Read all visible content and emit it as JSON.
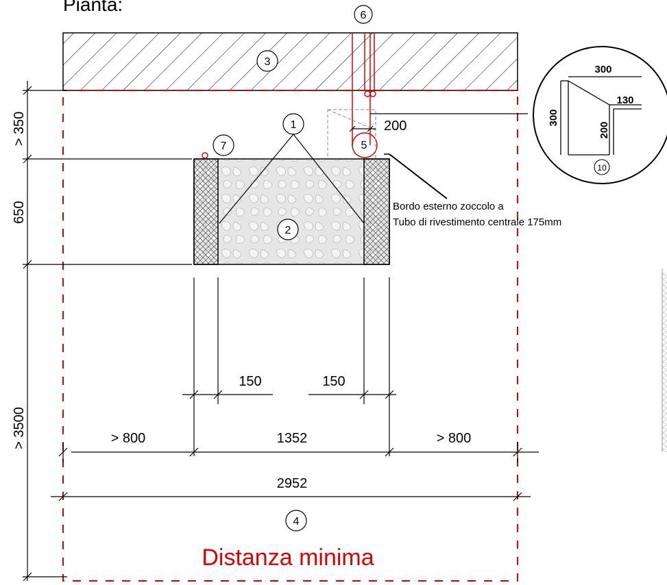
{
  "title": "Pianta:",
  "dimensions": {
    "top_clearance": "> 350",
    "base_depth": "650",
    "bottom_clearance": "> 3500",
    "left_side": "150",
    "right_side": "150",
    "left_clearance": "> 800",
    "base_width": "1352",
    "right_clearance": "> 800",
    "total_width": "2952",
    "flue_offset": "200"
  },
  "markers": {
    "m1": "1",
    "m2": "2",
    "m3": "3",
    "m4": "4",
    "m5": "5",
    "m6": "6",
    "m7": "7",
    "m10": "10"
  },
  "annotation": {
    "line1": "Bordo esterno zoccolo a",
    "line2": "Tubo di rivestimento centrale 175mm"
  },
  "detail": {
    "width_top": "300",
    "height_left": "300",
    "step_right": "130",
    "height_inner": "200"
  },
  "min_distance_label": "Distanza minima",
  "colors": {
    "outline": "#000000",
    "minimum_distance": "#e00000",
    "fill_base": "#e8e8e8"
  }
}
